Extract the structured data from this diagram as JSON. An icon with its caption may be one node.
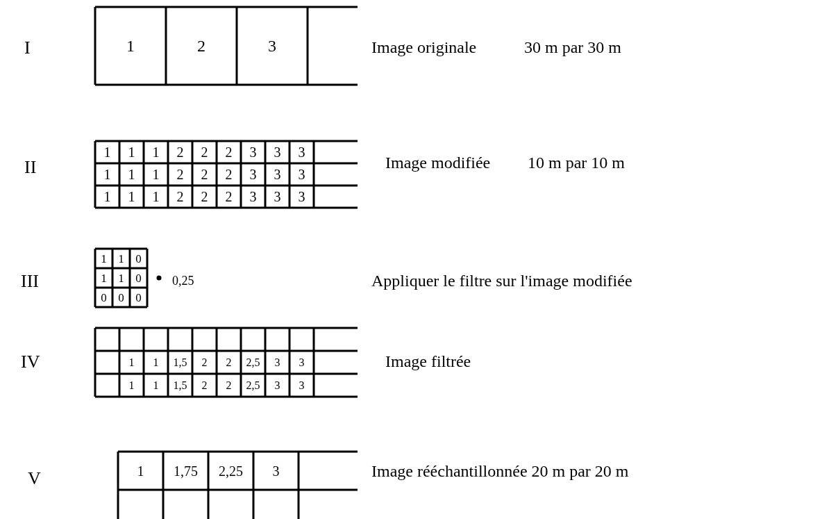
{
  "diagram": {
    "labels": [
      "I",
      "1",
      "2",
      "3",
      "Image originale",
      "30 m par 30 m",
      "II",
      "1",
      "1",
      "1",
      "2",
      "2",
      "2",
      "3",
      "3",
      "3",
      "1",
      "1",
      "1",
      "2",
      "2",
      "2",
      "3",
      "3",
      "3",
      "1",
      "1",
      "1",
      "2",
      "2",
      "2",
      "3",
      "3",
      "3",
      "Image modifiée",
      "10 m par 10 m",
      "III",
      "1",
      "1",
      "0",
      "1",
      "1",
      "0",
      "0",
      "0",
      "0",
      "0,25",
      "Appliquer le filtre sur l'image modifiée",
      "IV",
      "1",
      "1",
      "1,5",
      "2",
      "2",
      "2,5",
      "3",
      "3",
      "1",
      "1",
      "1,5",
      "2",
      "2",
      "2,5",
      "3",
      "3",
      "Image filtrée",
      "V",
      "1",
      "1,75",
      "2,25",
      "3",
      "Image rééchantillonnée 20 m par 20 m"
    ]
  }
}
